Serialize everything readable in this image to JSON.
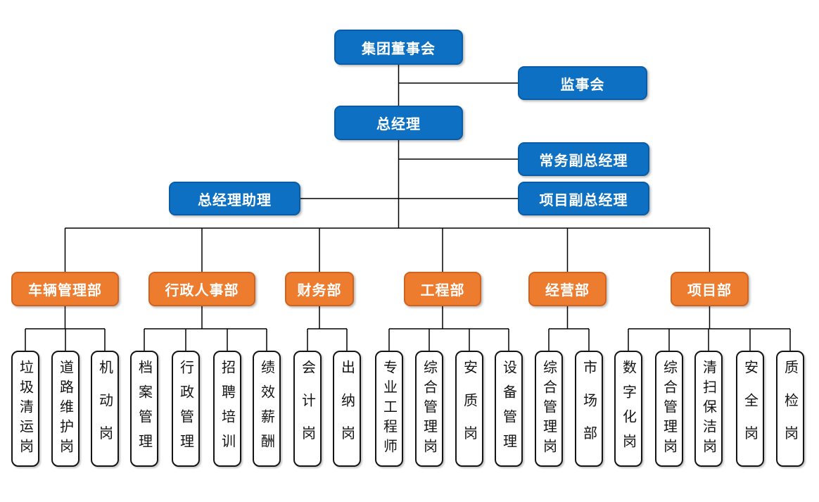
{
  "palette": {
    "blue_fill": "#0d70c2",
    "blue_border": "#0b5ca6",
    "orange_fill": "#ed7c2f",
    "orange_border": "#cf6420",
    "connector_line": "#000000",
    "post_fill": "#ffffff",
    "post_border": "#141414",
    "text_on_color": "#ffffff",
    "text_on_post": "#141414"
  },
  "org": {
    "top": [
      {
        "id": "board",
        "label": "集团董事会"
      },
      {
        "id": "supervisory",
        "label": "监事会"
      },
      {
        "id": "gm",
        "label": "总经理"
      },
      {
        "id": "deputy_gm_executive",
        "label": "常务副总经理"
      },
      {
        "id": "gm_assistant",
        "label": "总经理助理"
      },
      {
        "id": "deputy_gm_project",
        "label": "项目副总经理"
      }
    ],
    "departments": [
      {
        "id": "vehicle",
        "label": "车辆管理部",
        "children": [
          "垃圾清运岗",
          "道路维护岗",
          "机动岗"
        ]
      },
      {
        "id": "hr",
        "label": "行政人事部",
        "children": [
          "档案管理",
          "行政管理",
          "招聘培训",
          "绩效薪酬"
        ]
      },
      {
        "id": "finance",
        "label": "财务部",
        "children": [
          "会计岗",
          "出纳岗"
        ]
      },
      {
        "id": "engineering",
        "label": "工程部",
        "children": [
          "专业工程师",
          "综合管理岗",
          "安质岗",
          "设备管理"
        ]
      },
      {
        "id": "operations",
        "label": "经营部",
        "children": [
          "综合管理岗",
          "市场部"
        ]
      },
      {
        "id": "project",
        "label": "项目部",
        "children": [
          "数字化岗",
          "综合管理岗",
          "清扫保洁岗",
          "安全岗",
          "质检岗"
        ]
      }
    ]
  }
}
